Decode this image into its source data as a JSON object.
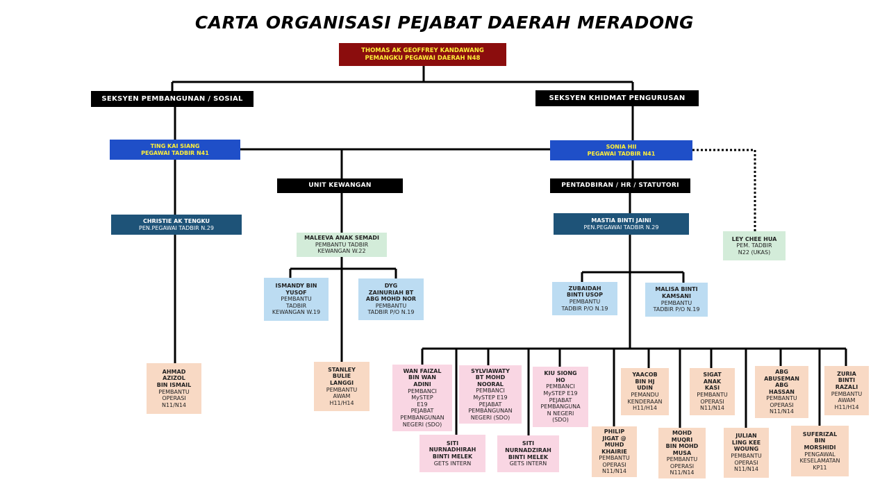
{
  "title": "CARTA ORGANISASI PEJABAT DAERAH MERADONG",
  "top": {
    "name": "THOMAS AK GEOFFREY KANDAWANG",
    "position": "PEMANGKU PEGAWAI DAERAH N48"
  },
  "sections": {
    "left": "SEKSYEN PEMBANGUNAN / SOSIAL",
    "right": "SEKSYEN KHIDMAT PENGURUSAN"
  },
  "units": {
    "kewangan": "UNIT KEWANGAN",
    "pentadbiran": "PENTADBIRAN / HR / STATUTORI"
  },
  "officers": {
    "ting": {
      "name": "TING KAI SIANG",
      "position": "PEGAWAI TADBIR N41"
    },
    "sonia": {
      "name": "SONIA HII",
      "position": "PEGAWAI TADBIR N41"
    },
    "christie": {
      "name": "CHRISTIE AK TENGKU",
      "position": "PEN.PEGAWAI TADBIR N.29"
    },
    "mastia": {
      "name": "MASTIA BINTI JAINI",
      "position": "PEN.PEGAWAI TADBIR N.29"
    },
    "maleeva": {
      "name": "MALEEVA ANAK SEMADI",
      "position": "PEMBANTU TADBIR\nKEWANGAN W.22"
    },
    "ley": {
      "name": "LEY CHEE HUA",
      "position": "PEM. TADBIR\nN22 (UKAS)"
    },
    "ismandy": {
      "name": "ISMANDY BIN\nYUSOF",
      "position": "PEMBANTU\nTADBIR\nKEWANGAN W.19"
    },
    "dyg": {
      "name": "DYG\nZAINURIAH BT\nABG MOHD NOR",
      "position": "PEMBANTU\nTADBIR P/O N.19"
    },
    "zubaidah": {
      "name": "ZUBAIDAH\nBINTI USOP",
      "position": "PEMBANTU\nTADBIR P/O N.19"
    },
    "malisa": {
      "name": "MALISA BINTI\nKAMSANI",
      "position": "PEMBANTU\nTADBIR P/O N.19"
    },
    "ahmad": {
      "name": "AHMAD\nAZIZOL\nBIN ISMAIL",
      "position": "PEMBANTU\nOPERASI\nN11/N14"
    },
    "stanley": {
      "name": "STANLEY\nBULIE\nLANGGI",
      "position": "PEMBANTU\nAWAM\nH11/H14"
    },
    "wan": {
      "name": "WAN FAIZAL\nBIN WAN\nADINI",
      "position": "PEMBANCI\nMySTEP\nE19\nPEJABAT\nPEMBANGUNAN\nNEGERI (SDO)"
    },
    "sylviawaty": {
      "name": "SYLVIAWATY\nBT MOHD\nNOORAL",
      "position": "PEMBANCI\nMySTEP E19\nPEJABAT\nPEMBANGUNAN\nNEGERI (SDO)"
    },
    "kiu": {
      "name": "KIU SIONG\nHO",
      "position": "PEMBANCI\nMySTEP E19\nPEJABAT\nPEMBANGUNA\nN NEGERI\n(SDO)"
    },
    "yaacob": {
      "name": "YAACOB\nBIN HJ\nUDIN",
      "position": "PEMANDU\nKENDERAAN\nH11/H14"
    },
    "sigat": {
      "name": "SIGAT\nANAK\nKASI",
      "position": "PEMBANTU\nOPERASI\nN11/N14"
    },
    "abg": {
      "name": "ABG\nABUSEMAN\nABG\nHASSAN",
      "position": "PEMBANTU\nOPERASI\nN11/N14"
    },
    "zuria": {
      "name": "ZURIA\nBINTI\nRAZALI",
      "position": "PEMBANTU\nAWAM\nH11/H14"
    },
    "siti1": {
      "name": "SITI\nNURNADHIRAH\nBINTI MELEK",
      "position": "GETS INTERN"
    },
    "siti2": {
      "name": "SITI\nNURNADZIRAH\nBINTI MELEK",
      "position": "GETS INTERN"
    },
    "philip": {
      "name": "PHILIP\nJIGAT @\nMUHD\nKHAIRIE",
      "position": "PEMBANTU\nOPERASI\nN11/N14"
    },
    "mohd": {
      "name": "MOHD\nMUQRI\nBIN MOHD\nMUSA",
      "position": "PEMBANTU\nOPERASI\nN11/N14"
    },
    "julian": {
      "name": "JULIAN\nLING KEE\nWOUNG",
      "position": "PEMBANTU\nOPERASI\nN11/N14"
    },
    "suferizal": {
      "name": "SUFERIZAL\nBIN\nMORSHIDI",
      "position": "PENGAWAL\nKESELAMATAN\nKP11"
    }
  },
  "colors": {
    "head": "#8b0d0d",
    "section": "#000000",
    "officer_n41": "#1f4fc8",
    "officer_n29": "#1e5378",
    "green": "#d3ecd9",
    "light_blue": "#bcdcf2",
    "pink": "#f9d6e3",
    "peach": "#f8d9c4"
  }
}
